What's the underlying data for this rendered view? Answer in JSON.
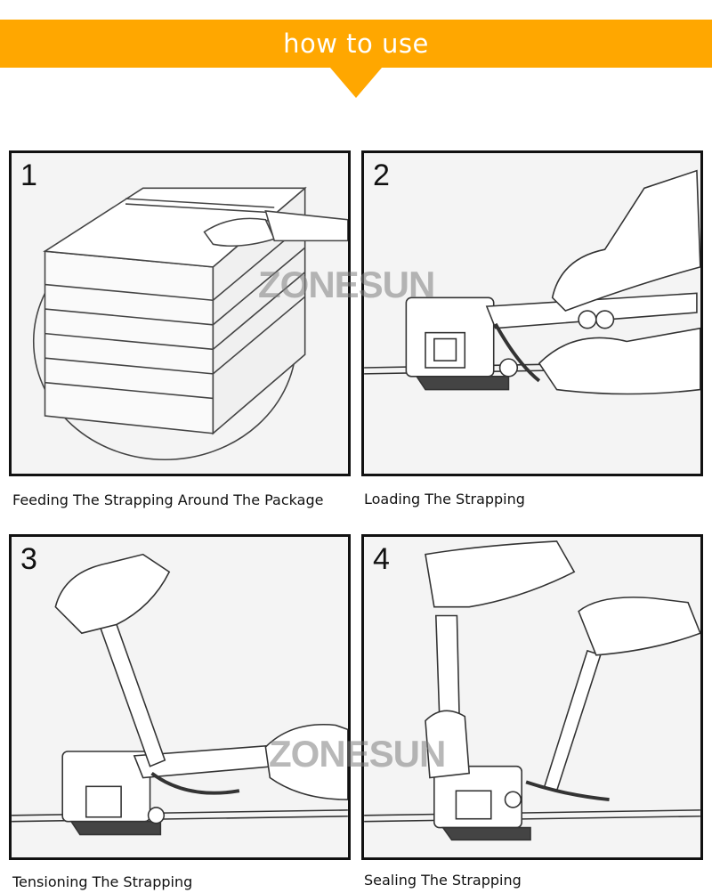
{
  "header": {
    "title": "how to use",
    "accent_color": "#FFA700"
  },
  "watermark": {
    "text": "ZONESUN"
  },
  "steps": [
    {
      "number": "1",
      "caption": "Feeding The Strapping Around The Package",
      "illustration": "package-with-strap"
    },
    {
      "number": "2",
      "caption": "Loading The Strapping",
      "illustration": "strapping-tool-loading"
    },
    {
      "number": "3",
      "caption": "Tensioning The Strapping",
      "illustration": "strapping-tool-tensioning"
    },
    {
      "number": "4",
      "caption": "Sealing The Strapping",
      "illustration": "strapping-tool-sealing"
    }
  ]
}
